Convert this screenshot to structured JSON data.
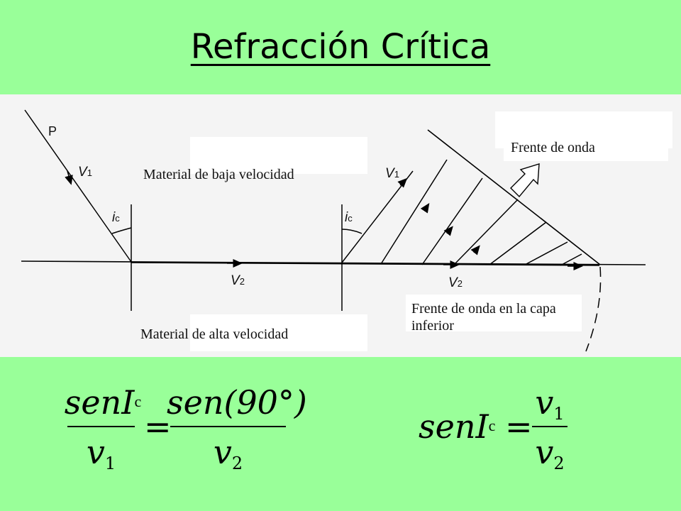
{
  "title": "Refracción Crítica",
  "diagram": {
    "labels": {
      "P": "P",
      "v1_left": "V",
      "v1_left_sub": "1",
      "ic_left": "i",
      "ic_left_sub": "c",
      "v2_left": "V",
      "v2_left_sub": "2",
      "ic_right": "i",
      "ic_right_sub": "c",
      "v1_right": "V",
      "v1_right_sub": "1",
      "v2_right": "V",
      "v2_right_sub": "2"
    },
    "low_velocity": "Material de baja velocidad",
    "high_velocity": "Material de alta velocidad",
    "wavefront": "Frente de onda",
    "wavefront_lower": "Frente de onda en la capa inferior"
  },
  "equations": {
    "eq1": {
      "num_left": "senI",
      "num_left_sub": "c",
      "den_left": "v",
      "den_left_sub": "1",
      "equals": "=",
      "num_right": "sen(90°)",
      "den_right": "v",
      "den_right_sub": "2"
    },
    "eq2": {
      "lhs": "senI",
      "lhs_sub": "c",
      "equals": "=",
      "num": "v",
      "num_sub": "1",
      "den": "v",
      "den_sub": "2"
    }
  }
}
